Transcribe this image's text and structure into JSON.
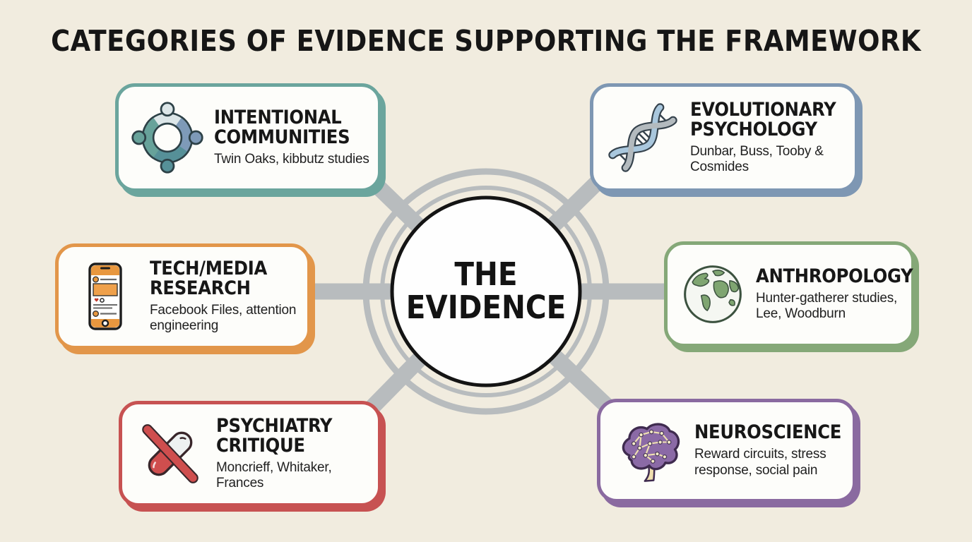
{
  "title": "CATEGORIES OF EVIDENCE SUPPORTING THE FRAMEWORK",
  "center": {
    "line1": "THE",
    "line2": "EVIDENCE"
  },
  "colors": {
    "background": "#f1ecdf",
    "connector_gray": "#b8bcbe",
    "hub_fill": "#fefefe",
    "hub_border": "#141414",
    "title_color": "#161616"
  },
  "categories": [
    {
      "heading": "INTENTIONAL COMMUNITIES",
      "subtitle": "Twin Oaks, kibbutz studies",
      "accent": "#6ba59d",
      "icon": "people-circle-icon",
      "position": "top-left"
    },
    {
      "heading": "EVOLUTIONARY PSYCHOLOGY",
      "subtitle": "Dunbar, Buss, Tooby & Cosmides",
      "accent": "#7e97b3",
      "icon": "dna-helix-icon",
      "position": "top-right"
    },
    {
      "heading": "TECH/MEDIA RESEARCH",
      "subtitle": "Facebook Files, attention engineering",
      "accent": "#e2964a",
      "icon": "smartphone-feed-icon",
      "position": "middle-left"
    },
    {
      "heading": "ANTHROPOLOGY",
      "subtitle": "Hunter-gatherer studies, Lee, Woodburn",
      "accent": "#85a878",
      "icon": "globe-icon",
      "position": "middle-right"
    },
    {
      "heading": "PSYCHIATRY CRITIQUE",
      "subtitle": "Moncrieff, Whitaker, Frances",
      "accent": "#c75252",
      "icon": "pill-crossed-icon",
      "position": "bottom-left"
    },
    {
      "heading": "NEUROSCIENCE",
      "subtitle": "Reward circuits, stress response, social pain",
      "accent": "#8a6aa0",
      "icon": "brain-circuit-icon",
      "position": "bottom-right"
    }
  ]
}
